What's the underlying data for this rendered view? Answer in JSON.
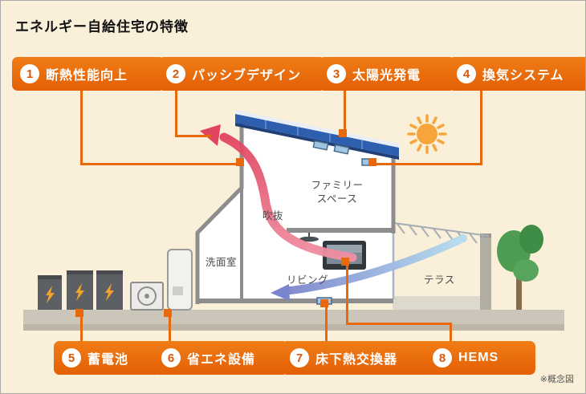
{
  "title": "エネルギー自給住宅の特徴",
  "note": "※概念図",
  "features": [
    {
      "number": "1",
      "label": "断熱性能向上"
    },
    {
      "number": "2",
      "label": "パッシブデザイン"
    },
    {
      "number": "3",
      "label": "太陽光発電"
    },
    {
      "number": "4",
      "label": "換気システム"
    },
    {
      "number": "5",
      "label": "蓄電池"
    },
    {
      "number": "6",
      "label": "省エネ設備"
    },
    {
      "number": "7",
      "label": "床下熱交換器"
    },
    {
      "number": "8",
      "label": "HEMS"
    }
  ],
  "rooms": {
    "family_space": "ファミリー\nスペース",
    "atrium": "吹抜",
    "washroom": "洗面室",
    "living": "リビング",
    "terrace": "テラス"
  },
  "colors": {
    "background": "#faf0d9",
    "accent_orange": "#e8690d",
    "roof_blue": "#2e5fae",
    "warm_air_red": "#e0445f",
    "cool_air_blue": "#7b85cc",
    "sun_orange": "#f6a53c",
    "ground_gray": "#ccc6ba"
  }
}
